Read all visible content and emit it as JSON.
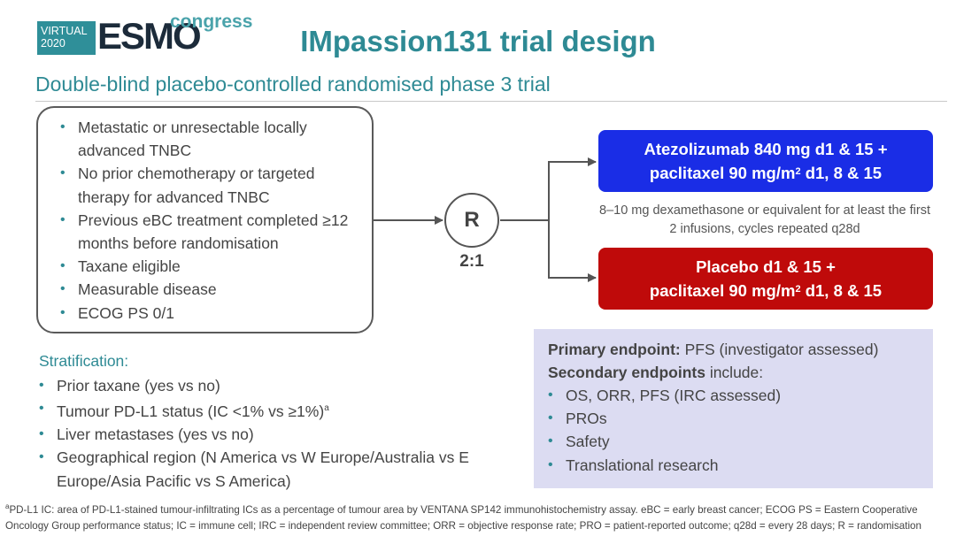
{
  "logo": {
    "virtual": "VIRTUAL",
    "year": "2020",
    "brand": "ESMO",
    "congress": "congress"
  },
  "title": "IMpassion131 trial design",
  "subtitle": "Double-blind placebo-controlled randomised phase 3 trial",
  "eligibility": [
    "Metastatic or unresectable locally advanced TNBC",
    "No prior chemotherapy or targeted therapy for advanced TNBC",
    "Previous eBC treatment completed ≥12 months before randomisation",
    "Taxane eligible",
    "Measurable disease",
    "ECOG PS 0/1"
  ],
  "randomisation": {
    "symbol": "R",
    "ratio": "2:1"
  },
  "arms": {
    "experimental": {
      "line1": "Atezolizumab 840 mg d1 & 15 +",
      "line2_pre": "paclitaxel 90 mg/m",
      "line2_sup": "2",
      "line2_post": " d1, 8 & 15"
    },
    "control": {
      "line1": "Placebo d1 & 15 +",
      "line2_pre": "paclitaxel 90 mg/m",
      "line2_sup": "2",
      "line2_post": " d1, 8 & 15"
    }
  },
  "premedication": "8–10 mg dexamethasone or equivalent for at least the first 2 infusions, cycles repeated q28d",
  "stratification": {
    "title": "Stratification:",
    "items": [
      "Prior taxane (yes vs no)",
      "Tumour PD-L1 status (IC <1% vs ≥1%)",
      "Liver metastases (yes vs no)",
      "Geographical region (N America vs W Europe/Australia vs E Europe/Asia Pacific vs S America)"
    ],
    "pdl1_sup": "a"
  },
  "endpoints": {
    "primary_label": "Primary endpoint:",
    "primary_value": " PFS (investigator assessed)",
    "secondary_label": "Secondary endpoints",
    "secondary_suffix": " include:",
    "secondary_items": [
      "OS, ORR, PFS (IRC assessed)",
      "PROs",
      "Safety",
      "Translational research"
    ]
  },
  "footnote": {
    "sup": "a",
    "text": "PD-L1 IC: area of PD-L1-stained tumour-infiltrating ICs as a percentage of tumour area by VENTANA SP142 immunohistochemistry assay. eBC = early breast cancer; ECOG PS = Eastern Cooperative Oncology Group performance status; IC = immune cell; IRC = independent review committee; ORR = objective response rate; PRO = patient-reported outcome; q28d = every 28 days; R = randomisation"
  },
  "colors": {
    "teal": "#2e8a94",
    "blue_arm": "#1a2de6",
    "red_arm": "#bf0a0a",
    "endpoint_bg": "#dcdcf2"
  }
}
